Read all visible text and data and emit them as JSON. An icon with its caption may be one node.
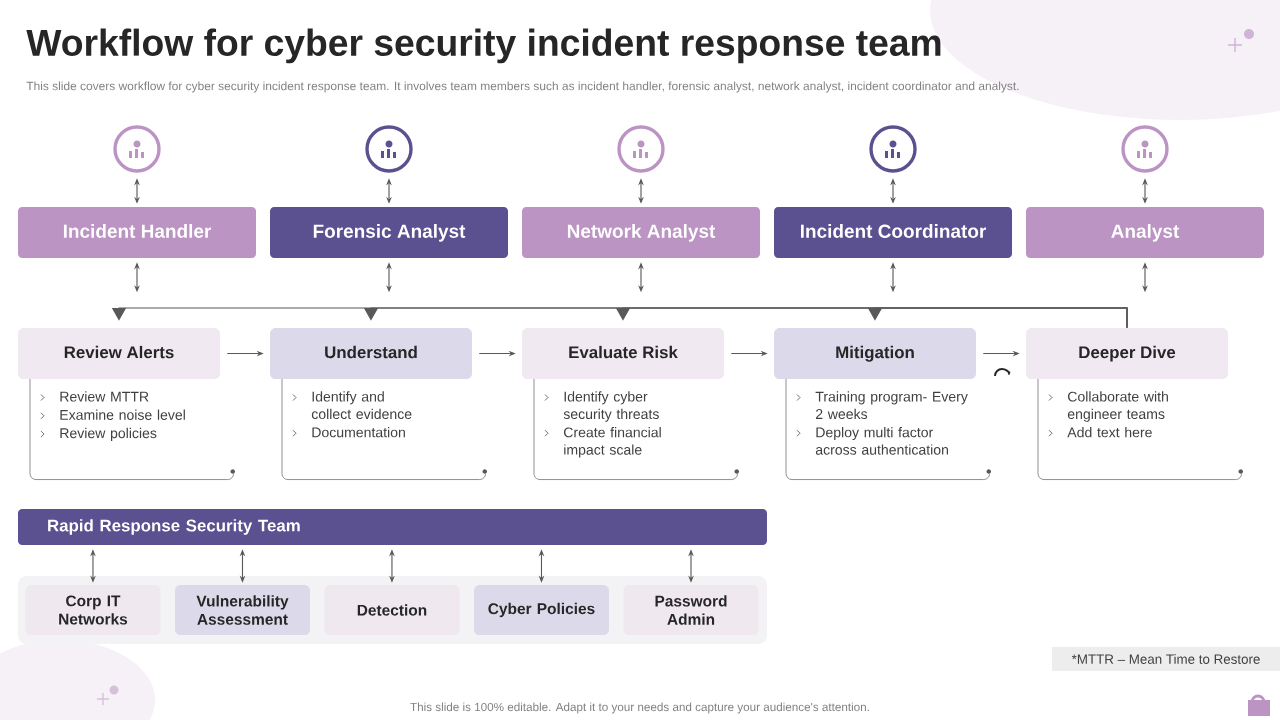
{
  "diagram": {
    "title": "Workflow for cyber security incident response team",
    "nodes": [
      {
        "text": [],
        "shape": "circle"
      },
      {
        "text": [],
        "shape": "circle"
      },
      {
        "text": [],
        "shape": "circle"
      },
      {
        "text": [],
        "shape": "circle"
      },
      {
        "text": [],
        "shape": "circle"
      },
      {
        "text": [
          "Incident Handler"
        ]
      },
      {
        "text": [
          "Forensic Analyst"
        ]
      },
      {
        "text": [
          "Network Analyst"
        ]
      },
      {
        "text": [
          "Incident Coordinator"
        ]
      },
      {
        "text": [
          "Analyst"
        ]
      },
      {
        "text": [
          "Review Alerts"
        ]
      },
      {
        "text": [
          "Understand"
        ]
      },
      {
        "text": [
          "Evaluate Risk"
        ]
      },
      {
        "text": [
          "Mitigation"
        ]
      },
      {
        "text": [
          "Deeper Dive"
        ]
      },
      {
        "text": [
          "Review MTTR",
          "Examine noise level",
          "Review policies"
        ]
      },
      {
        "text": [
          "Identify and collect evidence",
          "Documentation"
        ]
      },
      {
        "text": [
          "Identify cyber security threats",
          "Create financial impact scale"
        ]
      },
      {
        "text": [
          "Training program- Every 2 weeks",
          "Deploy multi factor across authentication"
        ]
      },
      {
        "text": [
          "Collaborate with engineer teams",
          "Add text here"
        ]
      },
      {
        "text": [
          "Rapid Response  Security  Team"
        ]
      },
      {
        "text": [],
        "shape": "box"
      },
      {
        "text": [
          "Corp IT Networks"
        ],
        "in": 21
      },
      {
        "text": [
          "Vulnerability Assessment"
        ],
        "in": 21
      },
      {
        "text": [
          "Detection"
        ],
        "in": 21
      },
      {
        "text": [
          "Cyber Policies"
        ],
        "in": 21
      },
      {
        "text": [
          "Password Admin"
        ],
        "in": 21
      },
      {
        "text": [
          "*MTTR  – Mean Time to Restore"
        ]
      }
    ],
    "edges": [
      {
        "from": 0,
        "to": 5,
        "arrow": "both"
      },
      {
        "from": 1,
        "to": 6,
        "arrow": "both"
      },
      {
        "from": 2,
        "to": 7,
        "arrow": "both"
      },
      {
        "from": 3,
        "to": 8,
        "arrow": "both"
      },
      {
        "from": 4,
        "to": 9,
        "arrow": "both"
      },
      {
        "from": 5,
        "to": null,
        "arrow": "both"
      },
      {
        "from": 6,
        "to": null,
        "arrow": "both"
      },
      {
        "from": 7,
        "to": null,
        "arrow": "both"
      },
      {
        "from": 8,
        "to": null,
        "arrow": "both"
      },
      {
        "from": 9,
        "to": null,
        "arrow": "both"
      },
      {
        "from": 14,
        "to": 10,
        "arrow": "to"
      },
      {
        "from": 14,
        "to": 11,
        "arrow": "to"
      },
      {
        "from": 14,
        "to": 12,
        "arrow": "to"
      },
      {
        "from": 14,
        "to": 13,
        "arrow": "to"
      },
      {
        "from": 10,
        "to": 11,
        "arrow": "to"
      },
      {
        "from": 11,
        "to": 12,
        "arrow": "to"
      },
      {
        "from": 12,
        "to": 13,
        "arrow": "to"
      },
      {
        "from": 13,
        "to": 14,
        "arrow": "to"
      },
      {
        "from": 20,
        "to": 22,
        "arrow": "both"
      },
      {
        "from": 20,
        "to": 23,
        "arrow": "both"
      },
      {
        "from": 20,
        "to": 24,
        "arrow": "both"
      },
      {
        "from": 20,
        "to": 25,
        "arrow": "both"
      },
      {
        "from": 20,
        "to": 26,
        "arrow": "both"
      }
    ],
    "labels": [
      "This slide covers workflow for cyber  security incident response team. It involves team members such as incident handler, forensic analyst, network analyst, incident coordinator and analyst.",
      "This slide is 100% editable. Adapt it to your needs and capture your audience's attention."
    ]
  }
}
